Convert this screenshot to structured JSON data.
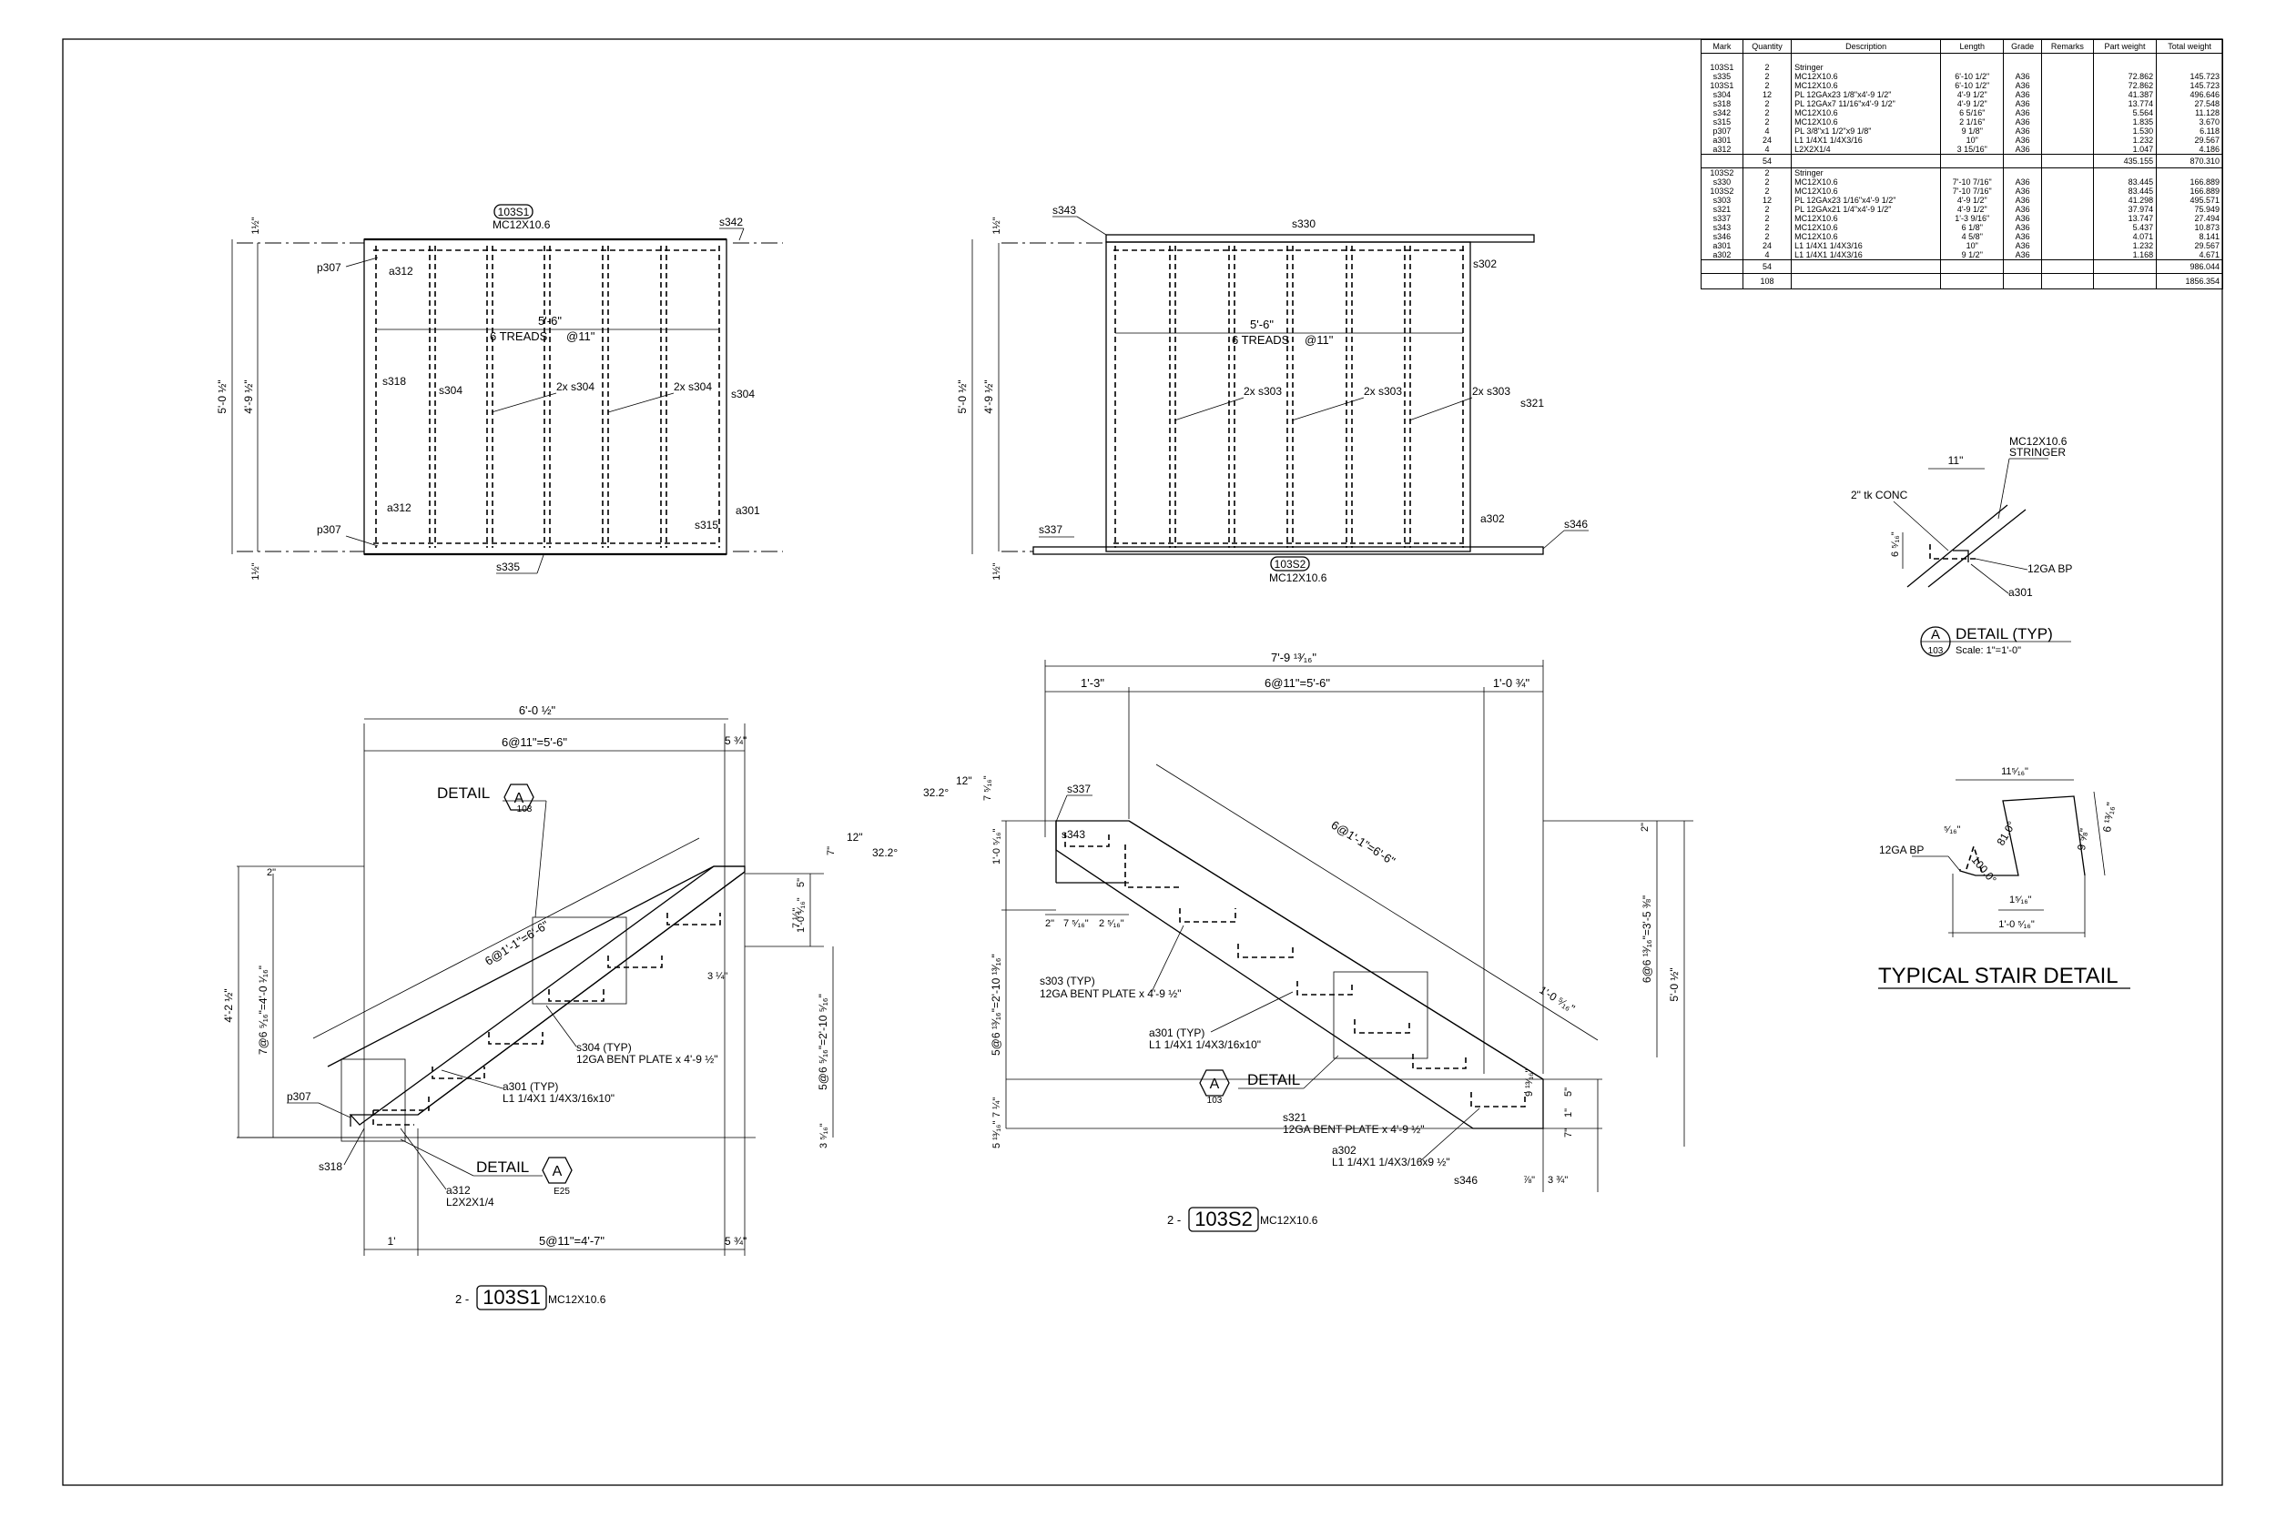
{
  "bom": {
    "headers": [
      "Mark",
      "Quantity",
      "Description",
      "Length",
      "Grade",
      "Remarks",
      "Part weight",
      "Total weight"
    ],
    "groups": [
      {
        "rows": [
          [
            "103S1",
            "2",
            "Stringer",
            "",
            "",
            "",
            "",
            ""
          ],
          [
            "s335",
            "2",
            "MC12X10.6",
            "6'-10 1/2\"",
            "A36",
            "",
            "72.862",
            "145.723"
          ],
          [
            "103S1",
            "2",
            "MC12X10.6",
            "6'-10 1/2\"",
            "A36",
            "",
            "72.862",
            "145.723"
          ],
          [
            "s304",
            "12",
            "PL 12GAx23 1/8\"x4'-9 1/2\"",
            "4'-9 1/2\"",
            "A36",
            "",
            "41.387",
            "496.646"
          ],
          [
            "s318",
            "2",
            "PL 12GAx7 11/16\"x4'-9 1/2\"",
            "4'-9 1/2\"",
            "A36",
            "",
            "13.774",
            "27.548"
          ],
          [
            "s342",
            "2",
            "MC12X10.6",
            "6 5/16\"",
            "A36",
            "",
            "5.564",
            "11.128"
          ],
          [
            "s315",
            "2",
            "MC12X10.6",
            "2 1/16\"",
            "A36",
            "",
            "1.835",
            "3.670"
          ],
          [
            "p307",
            "4",
            "PL 3/8\"x1 1/2\"x9 1/8\"",
            "9 1/8\"",
            "A36",
            "",
            "1.530",
            "6.118"
          ],
          [
            "a301",
            "24",
            "L1 1/4X1 1/4X3/16",
            "10\"",
            "A36",
            "",
            "1.232",
            "29.567"
          ],
          [
            "a312",
            "4",
            "L2X2X1/4",
            "3 15/16\"",
            "A36",
            "",
            "1.047",
            "4.186"
          ],
          [
            "",
            "54",
            "",
            "",
            "",
            "",
            "435.155",
            "870.310"
          ]
        ]
      },
      {
        "rows": [
          [
            "103S2",
            "2",
            "Stringer",
            "",
            "",
            "",
            "",
            ""
          ],
          [
            "s330",
            "2",
            "MC12X10.6",
            "7'-10 7/16\"",
            "A36",
            "",
            "83.445",
            "166.889"
          ],
          [
            "103S2",
            "2",
            "MC12X10.6",
            "7'-10 7/16\"",
            "A36",
            "",
            "83.445",
            "166.889"
          ],
          [
            "s303",
            "12",
            "PL 12GAx23 1/16\"x4'-9 1/2\"",
            "4'-9 1/2\"",
            "A36",
            "",
            "41.298",
            "495.571"
          ],
          [
            "s321",
            "2",
            "PL 12GAx21 1/4\"x4'-9 1/2\"",
            "4'-9 1/2\"",
            "A36",
            "",
            "37.974",
            "75.949"
          ],
          [
            "s337",
            "2",
            "MC12X10.6",
            "1'-3 9/16\"",
            "A36",
            "",
            "13.747",
            "27.494"
          ],
          [
            "s343",
            "2",
            "MC12X10.6",
            "6 1/8\"",
            "A36",
            "",
            "5.437",
            "10.873"
          ],
          [
            "s346",
            "2",
            "MC12X10.6",
            "4 5/8\"",
            "A36",
            "",
            "4.071",
            "8.141"
          ],
          [
            "a301",
            "24",
            "L1 1/4X1 1/4X3/16",
            "10\"",
            "A36",
            "",
            "1.232",
            "29.567"
          ],
          [
            "a302",
            "4",
            "L1 1/4X1 1/4X3/16",
            "9 1/2\"",
            "A36",
            "",
            "1.168",
            "4.671"
          ],
          [
            "",
            "54",
            "",
            "",
            "",
            "",
            "",
            "986.044"
          ]
        ]
      }
    ],
    "grand_total_qty": "108",
    "grand_total_weight": "1856.354"
  },
  "plan1": {
    "tag": "103S1",
    "section": "MC12X10.6",
    "dim_span": "5'-6\"",
    "dim_treads_a": "6 TREADS",
    "dim_treads_b": "@11\"",
    "dim_overall": "5'-0 ½\"",
    "dim_inner": "4'-9 ½\"",
    "dim_top": "1½\"",
    "dim_bottom": "1½\"",
    "labels": [
      "s342",
      "p307",
      "a312",
      "s318",
      "s304",
      "2x s304",
      "2x s304",
      "s304",
      "a312",
      "p307",
      "s315",
      "a301",
      "s335"
    ]
  },
  "plan2": {
    "tag": "103S2",
    "section": "MC12X10.6",
    "dim_span": "5'-6\"",
    "dim_treads_a": "6 TREADS",
    "dim_treads_b": "@11\"",
    "dim_overall": "5'-0 ½\"",
    "dim_inner": "4'-9 ½\"",
    "dim_top": "1½\"",
    "dim_bottom": "1½\"",
    "labels": [
      "s343",
      "s330",
      "s302",
      "2x s303",
      "2x s303",
      "2x s303",
      "s321",
      "a302",
      "s337",
      "s346"
    ]
  },
  "elev1": {
    "dims": {
      "overall_top": "6'-0 ½\"",
      "treads": "6@11\"=5'-6\"",
      "top_right": "5 ¾\"",
      "slope": "6@1'-1\"=6'-6\"",
      "rise_left": "7@6 ⁵⁄₁₆\"=4'-0 ¹⁄₁₆\"",
      "height_left": "4'-2 ½\"",
      "two": "2\"",
      "twelve": "12\"",
      "seven": "7\"",
      "angle": "32.2°",
      "five": "5\"",
      "one_zero": "1'-0 ¹⁄₁₆\"",
      "seven_half": "7 ½\"",
      "three_quarter": "3 ¼\"",
      "rise_right": "5@6 ⁵⁄₁₆\"=2'-10 ⁵⁄₁₆\"",
      "three_bottom": "3 ⁵⁄₁₆\"",
      "bottom_one": "1'",
      "bottom_treads": "5@11\"=4'-7\"",
      "bottom_right": "5 ¾\""
    },
    "detail_a_title": "DETAIL",
    "detail_a_letter": "A",
    "detail_a_sheet": "103",
    "detail_b_title": "DETAIL",
    "detail_b_letter": "A",
    "detail_b_sheet": "E25",
    "callout_s304_1": "s304 (TYP)",
    "callout_s304_2": "12GA BENT PLATE x 4'-9 ½\"",
    "callout_a301_1": "a301 (TYP)",
    "callout_a301_2": "L1 1/4X1 1/4X3/16x10\"",
    "callout_p307": "p307",
    "callout_s318": "s318",
    "callout_a312_1": "a312",
    "callout_a312_2": "L2X2X1/4",
    "title_qty": "2 -",
    "title_tag": "103S1",
    "title_section": "MC12X10.6"
  },
  "elev2": {
    "dims": {
      "overall_top": "7'-9 ¹³⁄₁₆\"",
      "left_top": "1'-3\"",
      "treads": "6@11\"=5'-6\"",
      "right_top": "1'-0 ¾\"",
      "slope": "6@1'-1\"=6'-6\"",
      "angle": "32.2°",
      "twelve": "12\"",
      "seven": "7 ⁵⁄₁₆\"",
      "one_zero_left": "1'-0 ⁵⁄₁₆\"",
      "two": "2\"",
      "seven_b": "7 ⁵⁄₁₆\"",
      "two_b": "2 ⁵⁄₁₆\"",
      "rise_left": "5@6 ¹³⁄₁₆\"=2'-10 ¹³⁄₁₆\"",
      "seven_quarter": "7 ¼\"",
      "five_bottom": "5 ¹³⁄₁₆\"",
      "right_two": "2\"",
      "rise_right": "6@6 ¹³⁄₁₆\"=3'-5 ⅜\"",
      "height_right": "5'-0 ½\"",
      "one_zero_diag": "1'-0 ⁵⁄₁₆\"",
      "nine": "9 ¹³⁄₁₆\"",
      "five_r": "5\"",
      "one_r": "1\"",
      "seven_r": "7\"",
      "bot_a": "⅞\"",
      "bot_b": "3 ¾\""
    },
    "detail_title": "DETAIL",
    "detail_letter": "A",
    "detail_sheet": "103",
    "callout_s337": "s337",
    "callout_s343": "s343",
    "callout_s303_1": "s303 (TYP)",
    "callout_s303_2": "12GA BENT PLATE x 4'-9 ½\"",
    "callout_a301_1": "a301 (TYP)",
    "callout_a301_2": "L1 1/4X1 1/4X3/16x10\"",
    "callout_s321_1": "s321",
    "callout_s321_2": "12GA BENT PLATE x 4'-9 ½\"",
    "callout_a302_1": "a302",
    "callout_a302_2": "L1 1/4X1 1/4X3/16x9 ½\"",
    "callout_s346": "s346",
    "title_qty": "2 -",
    "title_tag": "103S2",
    "title_section": "MC12X10.6"
  },
  "detailA": {
    "stringer_1": "MC12X10.6",
    "stringer_2": "STRINGER",
    "dim_11": "11\"",
    "conc": "2\" tk CONC",
    "dim_6": "6 ⁵⁄₁₆\"",
    "bp": "12GA BP",
    "a301": "a301",
    "letter": "A",
    "sheet": "103",
    "title": "DETAIL (TYP)",
    "scale": "Scale: 1\"=1'-0\""
  },
  "typical": {
    "dim_top": "11⁵⁄₁₆\"",
    "dim_left": "⁵⁄₁₆\"",
    "angle_1": "100.0°",
    "angle_2": "81.0°",
    "dim_right_1": "9 ⅝\"",
    "dim_right_2": "6 ¹³⁄₁₆\"",
    "dim_bottom_1": "1⁵⁄₁₆\"",
    "dim_bottom_2": "1'-0 ⁵⁄₁₆\"",
    "bp": "12GA BP",
    "title": "TYPICAL STAIR DETAIL"
  }
}
